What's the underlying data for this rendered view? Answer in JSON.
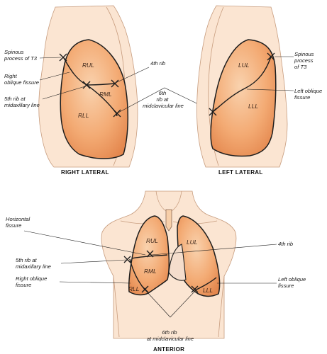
{
  "views": {
    "right_lateral": "RIGHT LATERAL",
    "left_lateral": "LEFT LATERAL",
    "anterior": "ANTERIOR"
  },
  "lobes": {
    "rul": "RUL",
    "rml": "RML",
    "rll": "RLL",
    "lul": "LUL",
    "lll": "LLL"
  },
  "labels": {
    "spinous_t3_right": [
      "Spinous",
      "process of T3"
    ],
    "right_oblique_fissure_top": [
      "Right",
      "oblique fissure"
    ],
    "fifth_rib_top": [
      "5th rib at",
      "midaxillary line"
    ],
    "fourth_rib_top": [
      "4th rib"
    ],
    "sixth_rib_top": [
      "6th",
      "rib at",
      "midclavicular line"
    ],
    "spinous_t3_left": [
      "Spinous",
      "process",
      "of T3"
    ],
    "left_oblique_fissure_top": [
      "Left oblique",
      "fissure"
    ],
    "horizontal_fissure": [
      "Horizontal",
      "fissure"
    ],
    "fourth_rib_bottom": [
      "4th rib"
    ],
    "fifth_rib_bottom": [
      "5th rib at",
      "midaxillary line"
    ],
    "right_oblique_fissure_bottom": [
      "Right oblique",
      "fissure"
    ],
    "left_oblique_fissure_bottom": [
      "Left oblique",
      "fissure"
    ],
    "sixth_rib_bottom": [
      "6th rib",
      "at midclavicular line"
    ]
  },
  "colors": {
    "lung_light": "#f8c9a0",
    "lung_dark": "#e98a4f",
    "skin": "#fbe5d2",
    "outline": "#1d1d1d"
  }
}
